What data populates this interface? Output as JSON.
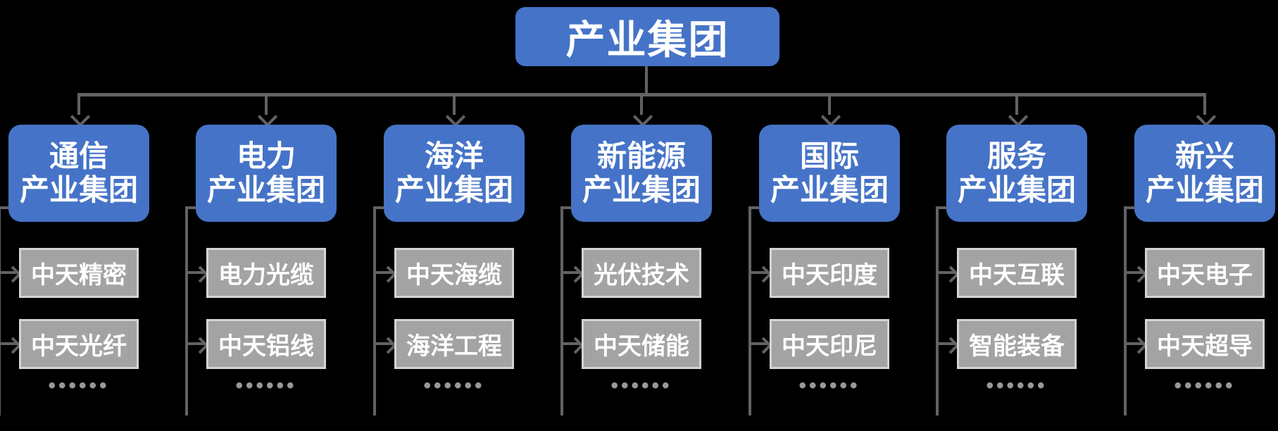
{
  "diagram": {
    "title": "产业集团",
    "branches": [
      {
        "label": [
          "通信",
          "产业集团"
        ],
        "children": [
          "中天精密",
          "中天光纤"
        ],
        "more": "••••••"
      },
      {
        "label": [
          "电力",
          "产业集团"
        ],
        "children": [
          "电力光缆",
          "中天铝线"
        ],
        "more": "••••••"
      },
      {
        "label": [
          "海洋",
          "产业集团"
        ],
        "children": [
          "中天海缆",
          "海洋工程"
        ],
        "more": "••••••"
      },
      {
        "label": [
          "新能源",
          "产业集团"
        ],
        "children": [
          "光伏技术",
          "中天储能"
        ],
        "more": "••••••"
      },
      {
        "label": [
          "国际",
          "产业集团"
        ],
        "children": [
          "中天印度",
          "中天印尼"
        ],
        "more": "••••••"
      },
      {
        "label": [
          "服务",
          "产业集团"
        ],
        "children": [
          "中天互联",
          "智能装备"
        ],
        "more": "••••••"
      },
      {
        "label": [
          "新兴",
          "产业集团"
        ],
        "children": [
          "中天电子",
          "中天超导"
        ],
        "more": "••••••"
      }
    ],
    "colors": {
      "background": "#000000",
      "node_blue": "#4573C7",
      "node_gray": "#A3A3A3",
      "node_gray_border": "#D4D4D4",
      "connector": "#626262",
      "text": "#FFFFFF",
      "dots": "#999999"
    }
  }
}
